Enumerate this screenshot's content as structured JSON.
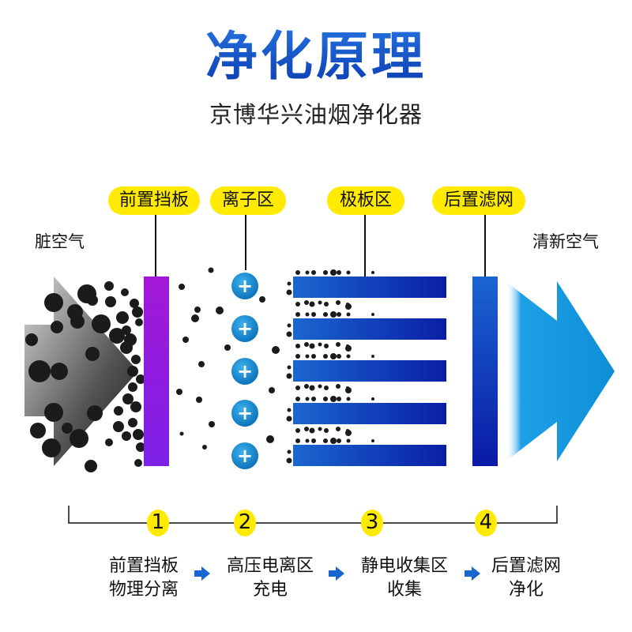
{
  "header": {
    "title": "净化原理",
    "subtitle": "京博华兴油烟净化器"
  },
  "labels": {
    "dirty_air": "脏空气",
    "clean_air": "清新空气"
  },
  "zones": [
    {
      "label": "前置挡板"
    },
    {
      "label": "离子区"
    },
    {
      "label": "极板区"
    },
    {
      "label": "后置滤网"
    }
  ],
  "ion_symbol": "+",
  "steps": [
    {
      "number": "1",
      "line1": "前置挡板",
      "line2": "物理分离"
    },
    {
      "number": "2",
      "line1": "高压电离区",
      "line2": "充电"
    },
    {
      "number": "3",
      "line1": "静电收集区",
      "line2": "收集"
    },
    {
      "number": "4",
      "line1": "后置滤网",
      "line2": "净化"
    }
  ],
  "colors": {
    "title_blue": "#1a5fd0",
    "pill_yellow": "#ffea00",
    "baffle_purple": "#9b1fd8",
    "plate_blue": "#0a2aa8",
    "ion_blue": "#1a8ad8",
    "clean_arrow": "#1ea0e6"
  }
}
